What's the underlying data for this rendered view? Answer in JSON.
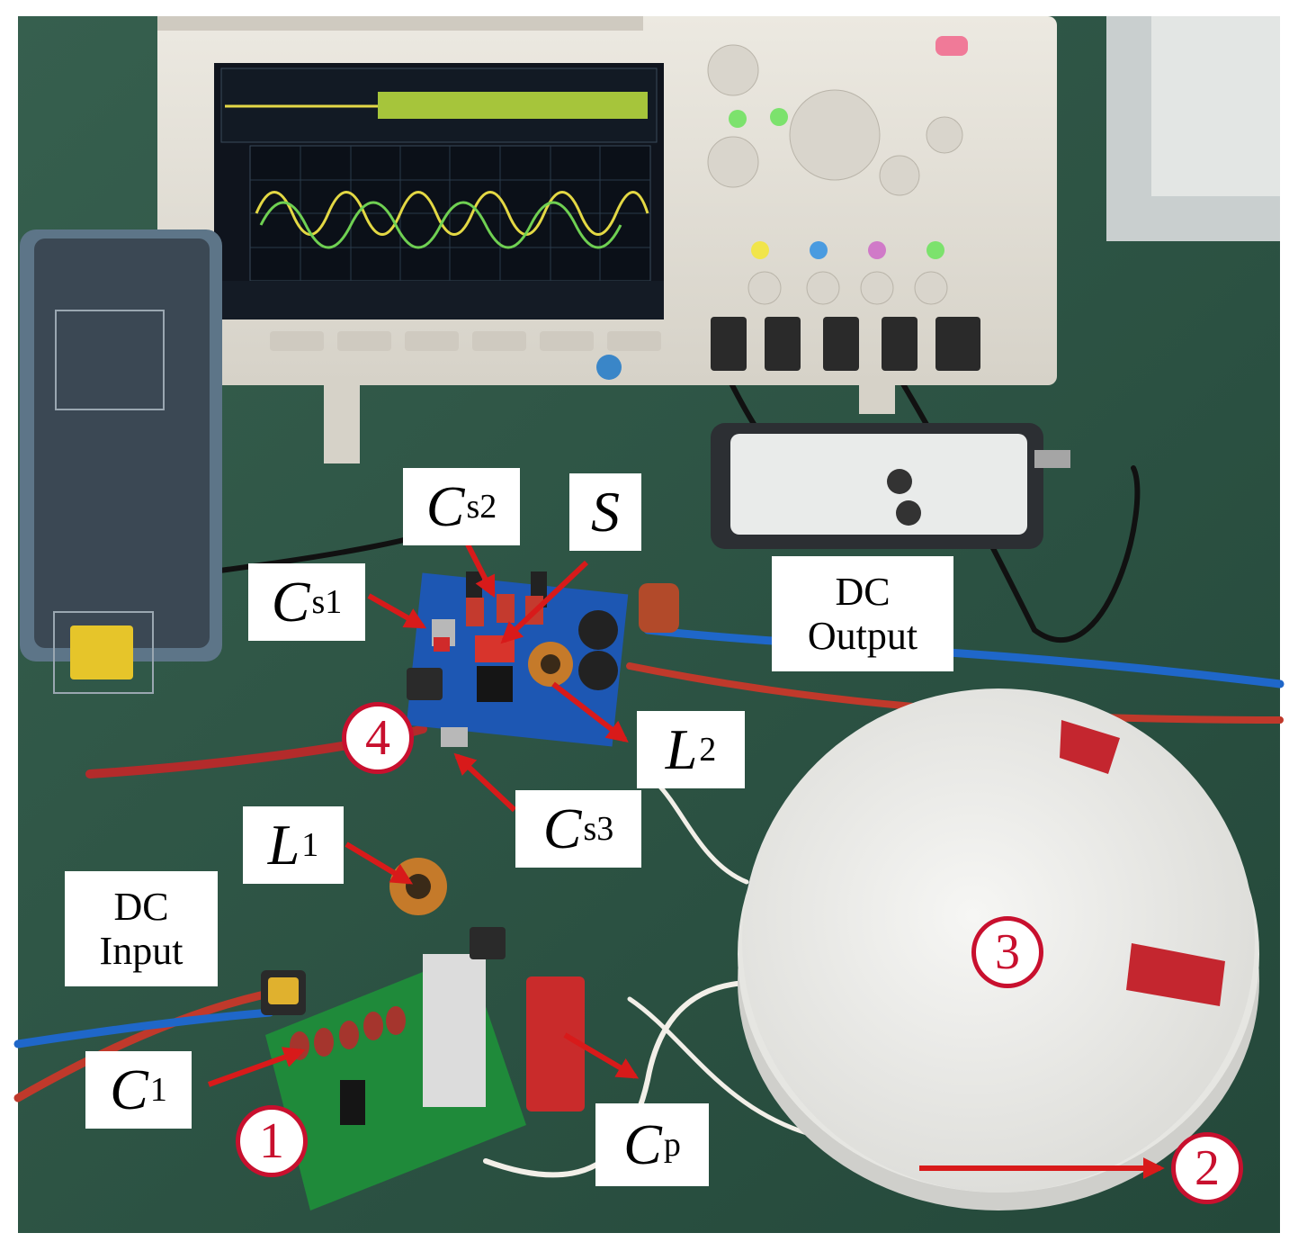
{
  "labels": {
    "cs1": {
      "sym": "C",
      "sub": "s1"
    },
    "cs2": {
      "sym": "C",
      "sub": "s2"
    },
    "s": {
      "sym": "S",
      "sub": ""
    },
    "l2": {
      "sym": "L",
      "sub": "2"
    },
    "cs3": {
      "sym": "C",
      "sub": "s3"
    },
    "l1": {
      "sym": "L",
      "sub": "1"
    },
    "c1": {
      "sym": "C",
      "sub": "1"
    },
    "cp": {
      "sym": "C",
      "sub": "p"
    },
    "dc_output": {
      "line1": "DC",
      "line2": "Output"
    },
    "dc_input": {
      "line1": "DC",
      "line2": "Input"
    }
  },
  "markers": {
    "m1": "1",
    "m2": "2",
    "m3": "3",
    "m4": "4"
  },
  "colors": {
    "marker_red": "#c8102e",
    "arrow_red": "#d81a1a",
    "bench_green": "#2f5a47",
    "pcb_blue": "#1d57b3",
    "pcb_green": "#1f8a3a",
    "scope_body": "#e7e3da"
  }
}
